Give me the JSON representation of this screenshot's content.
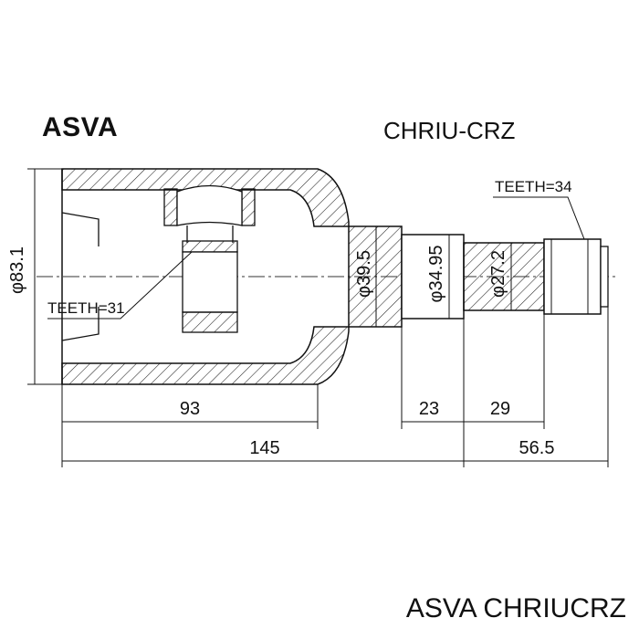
{
  "header": {
    "brand": "ASVA",
    "part_number": "CHRIU-CRZ"
  },
  "footer": {
    "caption": "ASVA CHRIUCRZ"
  },
  "diagram": {
    "teeth_inner": "TEETH=31",
    "teeth_outer": "TEETH=34",
    "diameters": {
      "housing": "φ83.1",
      "neck": "φ39.5",
      "seat": "φ34.95",
      "spline": "φ27.2"
    },
    "lengths": {
      "housing": "93",
      "neck": "23",
      "spline": "29",
      "total": "145",
      "stub": "56.5"
    }
  }
}
